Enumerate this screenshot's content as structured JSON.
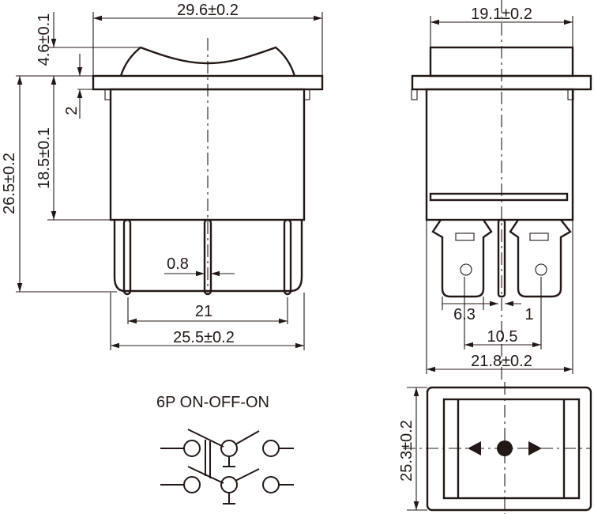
{
  "front_view": {
    "width_dim": "29.6±0.2",
    "rocker_height_dim": "4.6±0.1",
    "flange_dim": "2",
    "body_height_dim": "18.5±0.1",
    "total_height_dim": "26.5±0.2",
    "pin_thickness_dim": "0.8",
    "pin_span_dim": "21",
    "body_width_dim": "25.5±0.2"
  },
  "side_view": {
    "width_dim": "19.1±0.2",
    "terminal_width_dim": "6.3",
    "pin_width_dim": "1",
    "terminal_spacing_dim": "10.5",
    "body_width_dim": "21.8±0.2"
  },
  "schematic": {
    "title": "6P  ON-OFF-ON"
  },
  "bottom_view": {
    "height_dim": "25.3±0.2"
  },
  "colors": {
    "line": "#231815",
    "background": "#ffffff"
  }
}
